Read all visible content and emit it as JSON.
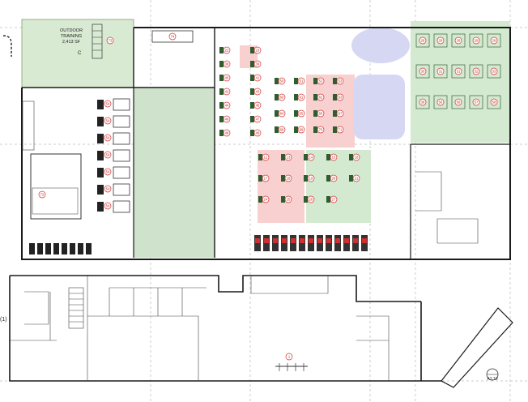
{
  "outdoor": {
    "line1": "OUTDOOR",
    "line2": "TRAINING",
    "line3": "2,413 SF",
    "marker": "C"
  },
  "callouts": {
    "outdoor_tag": "73",
    "rack_tag": "74",
    "left_tag": "72",
    "bottom_tag": "1",
    "side_label": "(1)",
    "rear_ref": "A3.10"
  },
  "left_tags": [
    "54",
    "54",
    "54",
    "54",
    "54",
    "54",
    "54"
  ],
  "right_tags": [
    "28",
    "28",
    "28",
    "29",
    "29",
    "30",
    "31",
    "31",
    "32",
    "33",
    "38",
    "56",
    "56",
    "57",
    "58"
  ],
  "machine_tags": [
    "22",
    "23",
    "38",
    "39",
    "40",
    "41",
    "42",
    "43",
    "44",
    "45",
    "46",
    "47",
    "48",
    "49",
    "50",
    "51",
    "52",
    "53",
    "60",
    "61",
    "62",
    "63",
    "64",
    "65",
    "66",
    "67",
    "68",
    "69",
    "70",
    "71",
    "12",
    "13",
    "14",
    "15",
    "16",
    "17",
    "18",
    "19",
    "20",
    "21",
    "24",
    "25",
    "26",
    "27"
  ],
  "colors": {
    "outdoor_zone": "#d9ead3",
    "turf_zone": "#cfe2cc",
    "pink_zone": "#f8d0d0",
    "blue_zone": "#d6d8f3",
    "green_zone": "#d4ead0",
    "tag_red": "#d03030"
  }
}
